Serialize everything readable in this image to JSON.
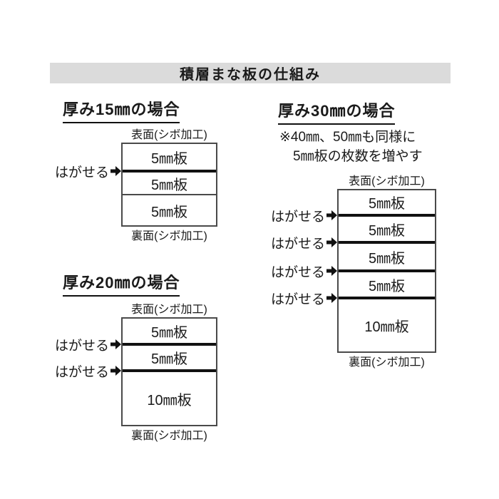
{
  "header": {
    "title": "積層まな板の仕組み",
    "background": "#dbdbdb"
  },
  "labels": {
    "front_face": "表面(シボ加工)",
    "back_face": "裏面(シボ加工)",
    "peelable": "はがせる"
  },
  "colors": {
    "text": "#1a1a1a",
    "box_border": "#4a4a4a",
    "peel_line": "#111111",
    "header_bg": "#dbdbdb"
  },
  "diagrams": [
    {
      "title": "厚み15㎜の場合",
      "layers": [
        {
          "label": "5㎜板",
          "height": 36,
          "divider": "peel",
          "peel": true
        },
        {
          "label": "5㎜板",
          "height": 30,
          "divider": "thin",
          "peel": false
        },
        {
          "label": "5㎜板",
          "height": 42,
          "divider": "none",
          "peel": false
        }
      ]
    },
    {
      "title": "厚み20㎜の場合",
      "layers": [
        {
          "label": "5㎜板",
          "height": 34,
          "divider": "peel",
          "peel": true
        },
        {
          "label": "5㎜板",
          "height": 33,
          "divider": "peel",
          "peel": true
        },
        {
          "label": "10㎜板",
          "height": 74,
          "divider": "none",
          "peel": false
        }
      ]
    },
    {
      "title": "厚み30㎜の場合",
      "note_lines": [
        "※40㎜、50㎜も同様に",
        "5㎜板の枚数を増やす"
      ],
      "layers": [
        {
          "label": "5㎜板",
          "height": 33,
          "divider": "peel",
          "peel": true
        },
        {
          "label": "5㎜板",
          "height": 34,
          "divider": "peel",
          "peel": true
        },
        {
          "label": "5㎜板",
          "height": 36,
          "divider": "peel",
          "peel": true
        },
        {
          "label": "5㎜板",
          "height": 34,
          "divider": "peel",
          "peel": true
        },
        {
          "label": "10㎜板",
          "height": 73,
          "divider": "none",
          "peel": false
        }
      ]
    }
  ]
}
